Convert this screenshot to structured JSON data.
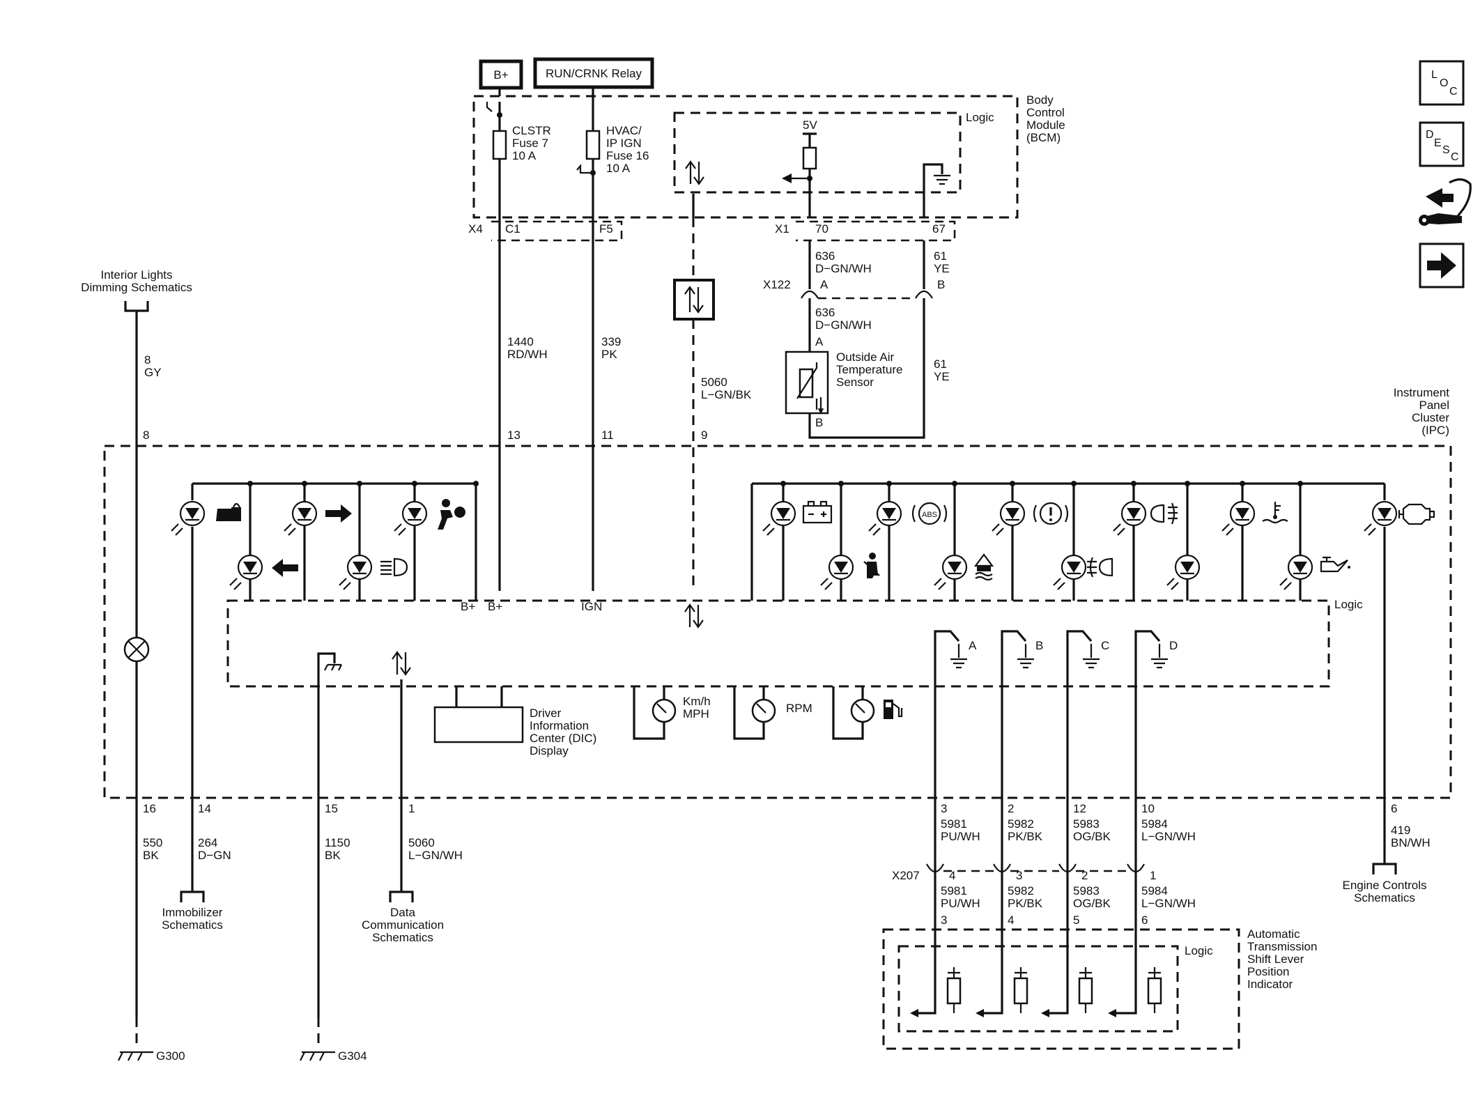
{
  "supply": {
    "bplus": "B+",
    "run_relay": "RUN/CRNK Relay"
  },
  "bcm": {
    "title": [
      "Body",
      "Control",
      "Module",
      "(BCM)"
    ],
    "fuse1": [
      "CLSTR",
      "Fuse 7",
      "10 A"
    ],
    "fuse2": [
      "HVAC/",
      "IP IGN",
      "Fuse 16",
      "10 A"
    ],
    "logic": "Logic",
    "v5": "5V",
    "conn_x4": "X4",
    "pin_c1": "C1",
    "pin_f5": "F5",
    "conn_x1": "X1",
    "pin_70": "70",
    "pin_67": "67"
  },
  "wires": {
    "w1440": [
      "1440",
      "RD/WH"
    ],
    "w339": [
      "339",
      "PK"
    ],
    "w5060": [
      "5060",
      "L−GN/BK"
    ],
    "w636a": [
      "636",
      "D−GN/WH"
    ],
    "w61a": [
      "61",
      "YE"
    ],
    "w636b": [
      "636",
      "D−GN/WH"
    ],
    "w61b": [
      "61",
      "YE"
    ],
    "w8": [
      "8",
      "GY"
    ],
    "w550": [
      "550",
      "BK"
    ],
    "w264": [
      "264",
      "D−GN"
    ],
    "w1150": [
      "1150",
      "BK"
    ],
    "w5060b": [
      "5060",
      "L−GN/WH"
    ],
    "w419": [
      "419",
      "BN/WH"
    ],
    "w5981": [
      "5981",
      "PU/WH"
    ],
    "w5982": [
      "5982",
      "PK/BK"
    ],
    "w5983": [
      "5983",
      "OG/BK"
    ],
    "w5984": [
      "5984",
      "L−GN/WH"
    ]
  },
  "x122": {
    "name": "X122",
    "pin_a": "A",
    "pin_b": "B"
  },
  "oat": {
    "label": [
      "Outside Air",
      "Temperature",
      "Sensor"
    ],
    "pin_a": "A",
    "pin_b": "B"
  },
  "ipc": {
    "title": [
      "Instrument",
      "Panel",
      "Cluster",
      "(IPC)"
    ],
    "logic": "Logic",
    "top_pins": [
      "8",
      "13",
      "11",
      "9"
    ],
    "bplus_a": "B+",
    "bplus_b": "B+",
    "ign": "IGN",
    "switches": [
      "A",
      "B",
      "C",
      "D"
    ],
    "dic": [
      "Driver",
      "Information",
      "Center (DIC)",
      "Display"
    ],
    "kmh": [
      "Km/h",
      "MPH"
    ],
    "rpm": "RPM",
    "bottom_pins": [
      "16",
      "14",
      "15",
      "1",
      "3",
      "2",
      "12",
      "10",
      "6"
    ]
  },
  "x207": {
    "name": "X207",
    "pins_top": [
      "4",
      "3",
      "2",
      "1"
    ],
    "pins_bottom": [
      "3",
      "4",
      "5",
      "6"
    ]
  },
  "atslp": {
    "title": [
      "Automatic",
      "Transmission",
      "Shift Lever",
      "Position",
      "Indicator"
    ],
    "logic": "Logic"
  },
  "refs": {
    "interior": [
      "Interior Lights",
      "Dimming Schematics"
    ],
    "immobilizer": [
      "Immobilizer",
      "Schematics"
    ],
    "datacomm": [
      "Data",
      "Communication",
      "Schematics"
    ],
    "engine": [
      "Engine Controls",
      "Schematics"
    ]
  },
  "grounds": {
    "g300": "G300",
    "g304": "G304"
  },
  "nav": {
    "loc": [
      "L",
      "O",
      "C"
    ],
    "desc": [
      "D",
      "E",
      "S",
      "C"
    ]
  }
}
